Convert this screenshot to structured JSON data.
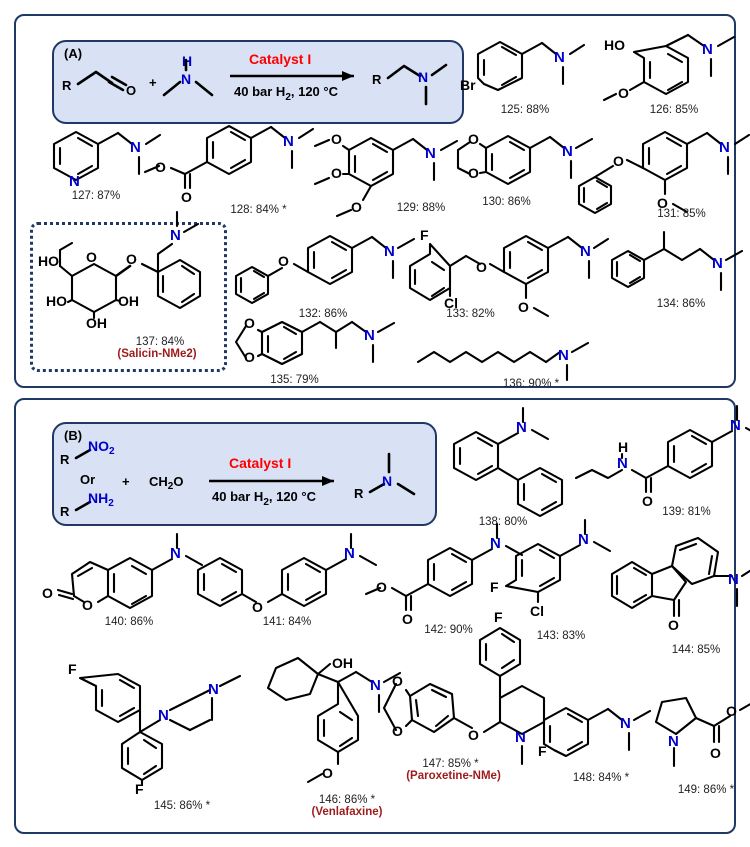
{
  "figure": {
    "type": "chemistry-scheme",
    "panels": [
      {
        "letter": "(A)",
        "scheme": {
          "reactant_r": "R",
          "aldehyde_o": "O",
          "plus": "+",
          "amine_h": "H",
          "amine_n": "N",
          "catalyst": "Catalyst I",
          "conditions": "40 bar H2, 120 °C",
          "conditions_pre": "40 bar H",
          "conditions_sub": "2",
          "conditions_post": ", 120 °C",
          "product_r": "R",
          "product_n": "N"
        },
        "compounds": [
          {
            "id": "125",
            "label": "125: 88%",
            "num": "125",
            "yield": "88%",
            "star": false
          },
          {
            "id": "126",
            "label": "126: 85%",
            "num": "126",
            "yield": "85%",
            "star": false
          },
          {
            "id": "127",
            "label": "127: 87%",
            "num": "127",
            "yield": "87%",
            "star": false
          },
          {
            "id": "128",
            "label": "128: 84% *",
            "num": "128",
            "yield": "84%",
            "star": true
          },
          {
            "id": "129",
            "label": "129: 88%",
            "num": "129",
            "yield": "88%",
            "star": false
          },
          {
            "id": "130",
            "label": "130: 86%",
            "num": "130",
            "yield": "86%",
            "star": false
          },
          {
            "id": "131",
            "label": "131: 85%",
            "num": "131",
            "yield": "85%",
            "star": false
          },
          {
            "id": "137",
            "label": "137: 84%",
            "num": "137",
            "yield": "84%",
            "star": false,
            "name": "(Salicin-NMe2)",
            "highlighted": true
          },
          {
            "id": "132",
            "label": "132: 86%",
            "num": "132",
            "yield": "86%",
            "star": false
          },
          {
            "id": "133",
            "label": "133: 82%",
            "num": "133",
            "yield": "82%",
            "star": false
          },
          {
            "id": "134",
            "label": "134: 86%",
            "num": "134",
            "yield": "86%",
            "star": false
          },
          {
            "id": "135",
            "label": "135: 79%",
            "num": "135",
            "yield": "79%",
            "star": false
          },
          {
            "id": "136",
            "label": "136: 90% *",
            "num": "136",
            "yield": "90%",
            "star": true
          }
        ]
      },
      {
        "letter": "(B)",
        "scheme": {
          "reactant_r": "R",
          "nitro": "NO2",
          "or": "Or",
          "amine": "NH2",
          "plus": "+",
          "formaldehyde": "CH2O",
          "catalyst": "Catalyst I",
          "conditions": "40 bar H2, 120 °C",
          "product_r": "R",
          "product_n": "N"
        },
        "compounds": [
          {
            "id": "138",
            "label": "138: 80%",
            "num": "138",
            "yield": "80%",
            "star": false
          },
          {
            "id": "139",
            "label": "139: 81%",
            "num": "139",
            "yield": "81%",
            "star": false
          },
          {
            "id": "140",
            "label": "140: 86%",
            "num": "140",
            "yield": "86%",
            "star": false
          },
          {
            "id": "141",
            "label": "141: 84%",
            "num": "141",
            "yield": "84%",
            "star": false
          },
          {
            "id": "142",
            "label": "142: 90%",
            "num": "142",
            "yield": "90%",
            "star": false
          },
          {
            "id": "143",
            "label": "143: 83%",
            "num": "143",
            "yield": "83%",
            "star": false
          },
          {
            "id": "144",
            "label": "144: 85%",
            "num": "144",
            "yield": "85%",
            "star": false
          },
          {
            "id": "145",
            "label": "145: 86% *",
            "num": "145",
            "yield": "86%",
            "star": true
          },
          {
            "id": "146",
            "label": "146:  86% *",
            "num": "146",
            "yield": "86%",
            "star": true,
            "name": "(Venlafaxine)"
          },
          {
            "id": "147",
            "label": "147: 85% *",
            "num": "147",
            "yield": "85%",
            "star": true,
            "name": "(Paroxetine-NMe)"
          },
          {
            "id": "148",
            "label": "148: 84% *",
            "num": "148",
            "yield": "84%",
            "star": true
          },
          {
            "id": "149",
            "label": "149: 86% *",
            "num": "149",
            "yield": "86%",
            "star": true
          }
        ]
      }
    ],
    "atoms": {
      "Br": "Br",
      "HO": "HO",
      "O": "O",
      "N": "N",
      "F": "F",
      "Cl": "Cl",
      "OH": "OH",
      "H": "H"
    },
    "colors": {
      "panel_border": "#1f3864",
      "scheme_fill": "#d9e1f5",
      "catalyst_red": "#ff0000",
      "name_red": "#9e1b1b",
      "nitrogen_blue": "#0000cc"
    }
  }
}
